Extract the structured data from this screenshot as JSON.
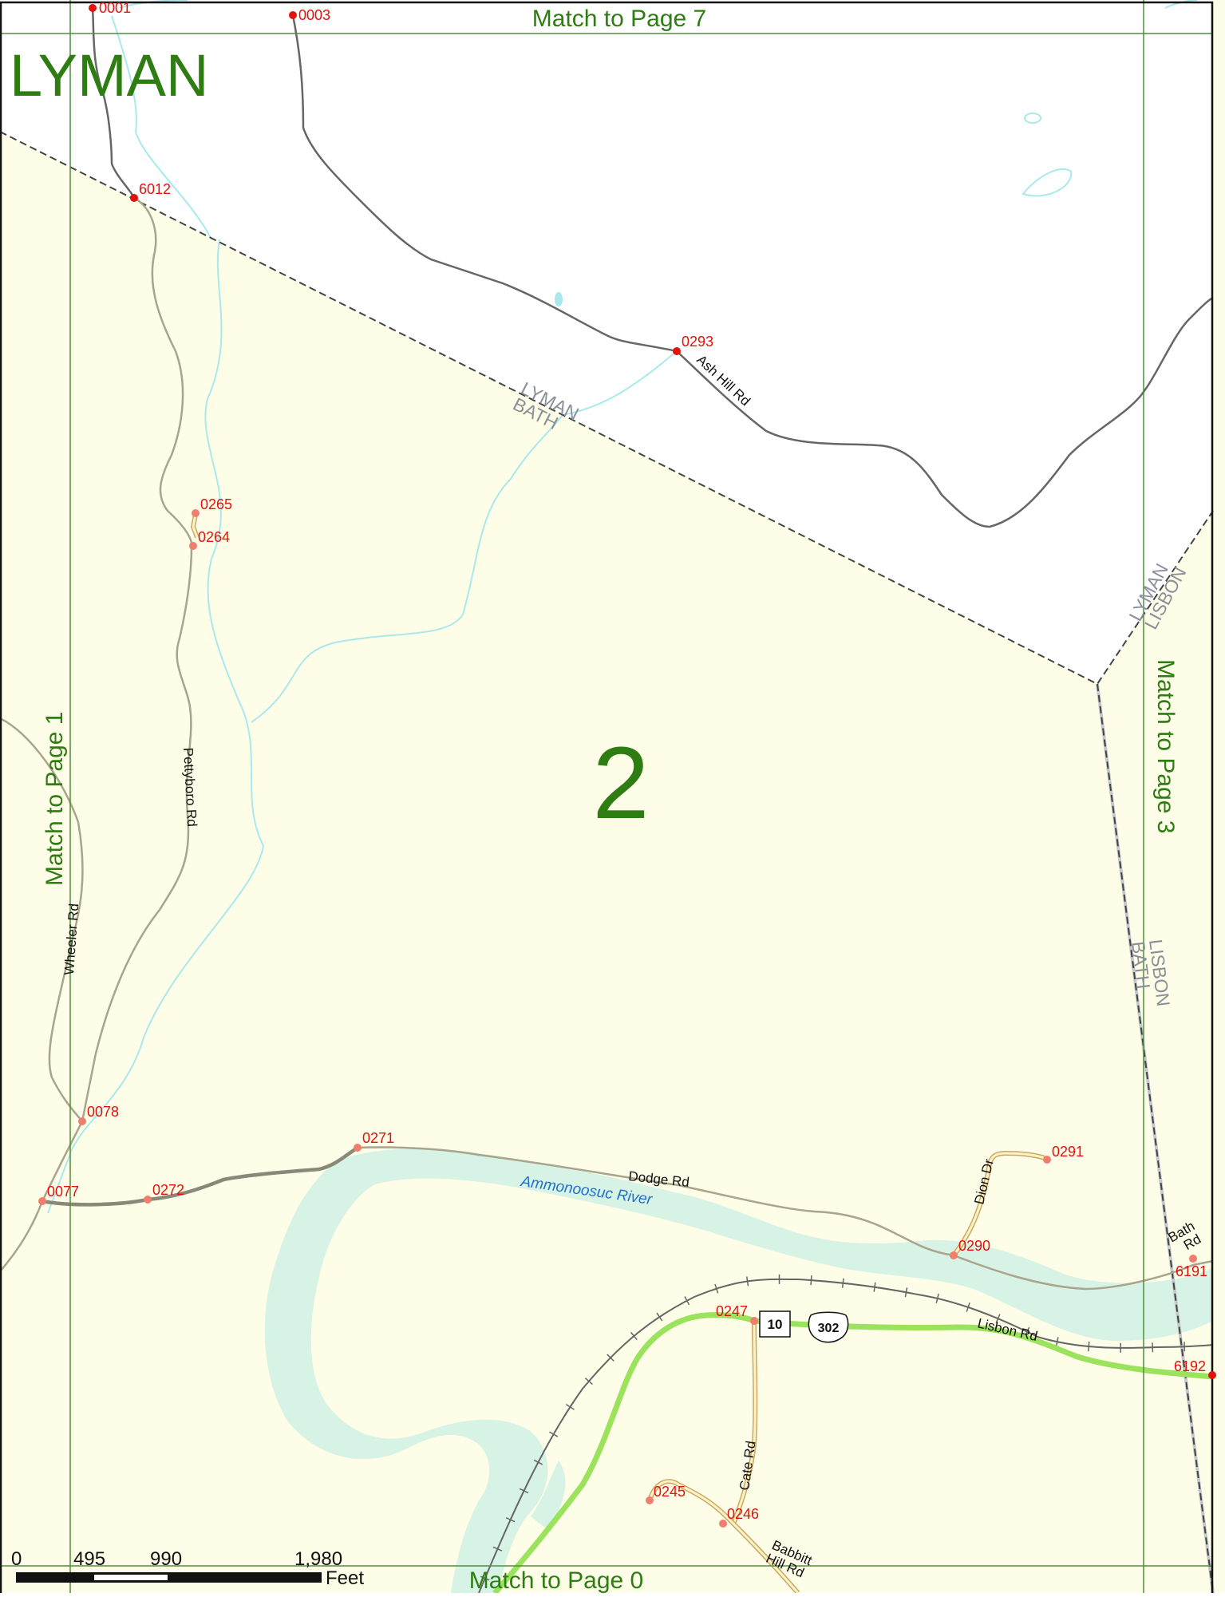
{
  "map": {
    "town_name": "LYMAN",
    "page_number": "2",
    "match_labels": {
      "top": "Match to Page 7",
      "left": "Match to Page 1",
      "right": "Match to Page 3",
      "bottom": "Match to Page 0"
    },
    "town_lines": [
      {
        "top": "LYMAN",
        "bottom": "BATH"
      },
      {
        "top": "LYMAN",
        "bottom": "LISBON"
      },
      {
        "top": "LISBON",
        "bottom": "BATH"
      }
    ],
    "roads": [
      "Ash Hill Rd",
      "Pettyboro Rd",
      "Wheeler Rd",
      "Dodge Rd",
      "Dion Dr",
      "Bath Rd",
      "Lisbon Rd",
      "Cate Rd",
      "Babbitt Hill Rd"
    ],
    "river": "Ammonoosuc River",
    "route_shields": {
      "state": "10",
      "us": "302"
    },
    "nodes": [
      "0001",
      "0003",
      "6012",
      "0293",
      "0265",
      "0264",
      "0078",
      "0077",
      "0272",
      "0271",
      "0291",
      "0290",
      "6191",
      "6192",
      "0247",
      "0245",
      "0246"
    ],
    "scale": {
      "ticks": [
        "0",
        "495",
        "990",
        "1,980"
      ],
      "unit": "Feet"
    },
    "colors": {
      "other_town_fill": "#ffffff",
      "this_town_fill": "#fefde7",
      "river_fill": "#d7f3e6",
      "stream": "#a9e9ee",
      "us_route": "#9be35c",
      "node_red": "#e3120b",
      "node_salmon": "#f07e6e",
      "label_green": "#2e7d12",
      "grid_line": "#4f8f3a",
      "town_line": "#8a8f99"
    }
  }
}
